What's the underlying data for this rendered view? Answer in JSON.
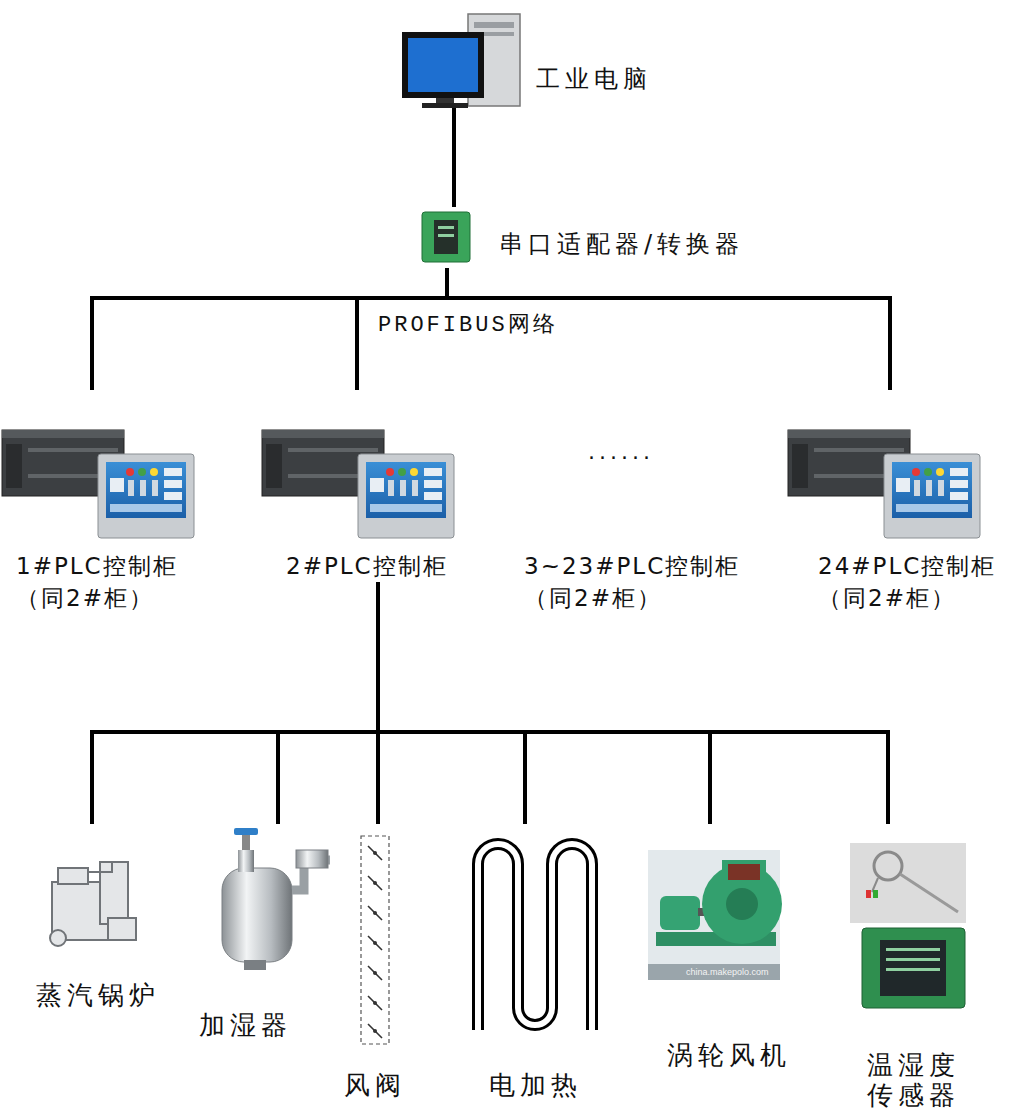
{
  "diagram": {
    "nodes": [
      {
        "text": [
          "工业电脑"
        ]
      },
      {
        "text": [
          "串口适配器/转换器"
        ]
      },
      {
        "text": [
          "1#PLC控制柜",
          "（同2#柜）"
        ]
      },
      {
        "text": [
          "2#PLC控制柜"
        ]
      },
      {
        "text": [
          "3~23#PLC控制柜",
          "（同2#柜）"
        ]
      },
      {
        "text": [
          "24#PLC控制柜",
          "（同2#柜）"
        ]
      },
      {
        "text": [
          "蒸汽锅炉"
        ]
      },
      {
        "text": [
          "加湿器"
        ]
      },
      {
        "text": [
          "风阀"
        ]
      },
      {
        "text": [
          "电加热"
        ]
      },
      {
        "text": [
          "涡轮风机"
        ]
      },
      {
        "text": [
          "温湿度 传感器"
        ]
      }
    ],
    "edges": [
      {
        "from": 0,
        "to": 1,
        "arrow": "none"
      },
      {
        "from": 1,
        "to": 2,
        "arrow": "none"
      },
      {
        "from": 1,
        "to": 3,
        "arrow": "none"
      },
      {
        "from": 1,
        "to": 5,
        "arrow": "none"
      },
      {
        "from": 3,
        "to": 6,
        "arrow": "none"
      },
      {
        "from": 3,
        "to": 7,
        "arrow": "none"
      },
      {
        "from": 3,
        "to": 8,
        "arrow": "none"
      },
      {
        "from": 3,
        "to": 9,
        "arrow": "none"
      },
      {
        "from": 3,
        "to": 10,
        "arrow": "none"
      },
      {
        "from": 3,
        "to": 11,
        "arrow": "none"
      }
    ],
    "labels": [
      "PROFIBUS网络",
      "......",
      "china.makepolo.com"
    ]
  }
}
